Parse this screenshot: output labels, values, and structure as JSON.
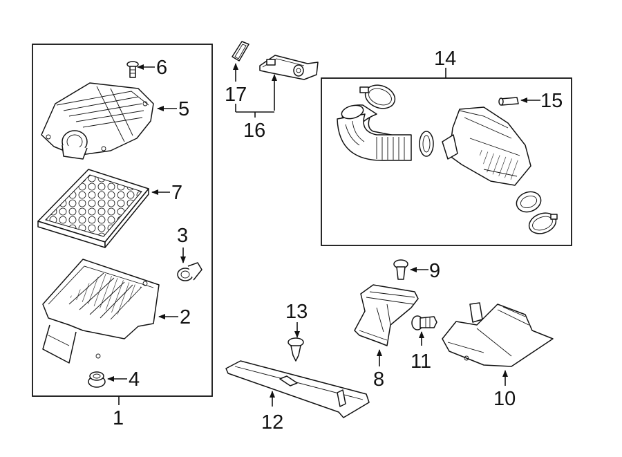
{
  "callouts": {
    "c1": "1",
    "c2": "2",
    "c3": "3",
    "c4": "4",
    "c5": "5",
    "c6": "6",
    "c7": "7",
    "c8": "8",
    "c9": "9",
    "c10": "10",
    "c11": "11",
    "c12": "12",
    "c13": "13",
    "c14": "14",
    "c15": "15",
    "c16": "16",
    "c17": "17"
  },
  "icons": {
    "air_cleaner_assembly": "air-cleaner-housing-icon",
    "filter_element": "air-filter-icon",
    "intake_duct": "intake-duct-icon",
    "mass_air_flow_sensor": "maf-sensor-icon"
  }
}
